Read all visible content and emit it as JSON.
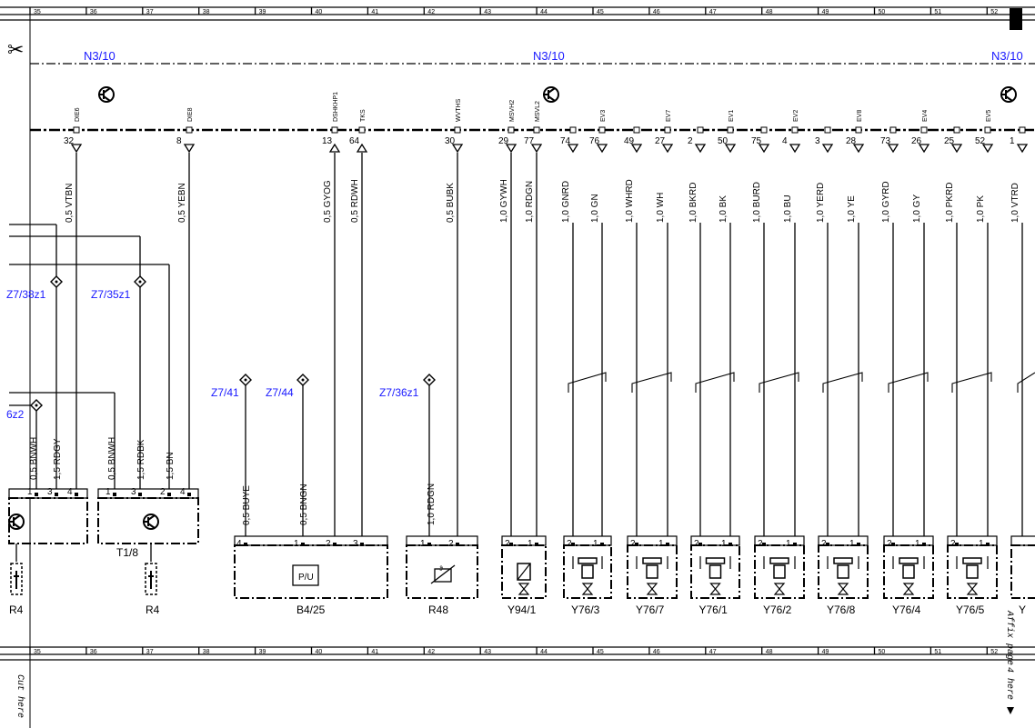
{
  "ruler": {
    "numbers": [
      "35",
      "36",
      "37",
      "38",
      "39",
      "40",
      "41",
      "42",
      "43",
      "44",
      "45",
      "46",
      "47",
      "48",
      "49",
      "50",
      "51",
      "52"
    ]
  },
  "module_labels": [
    "N3/10",
    "N3/10",
    "N3/10"
  ],
  "top_pins": [
    {
      "sig": "DIE6",
      "pin": "32",
      "dir": "down"
    },
    {
      "sig": "DIE8",
      "pin": "8",
      "dir": "down"
    },
    {
      "sig": "DSHKHP1",
      "pin": "13",
      "dir": "up"
    },
    {
      "sig": "TKS",
      "pin": "64",
      "dir": "up"
    },
    {
      "sig": "WVTHS",
      "pin": "30",
      "dir": "down"
    },
    {
      "sig": "MSVH2",
      "pin": "29",
      "dir": "down"
    },
    {
      "sig": "MSVL2",
      "pin": "77",
      "dir": "down"
    },
    {
      "sig": "",
      "pin": "74",
      "dir": "down"
    },
    {
      "sig": "EV3",
      "pin": "76",
      "dir": "down"
    },
    {
      "sig": "",
      "pin": "49",
      "dir": "down"
    },
    {
      "sig": "EV7",
      "pin": "27",
      "dir": "down"
    },
    {
      "sig": "",
      "pin": "2",
      "dir": "down"
    },
    {
      "sig": "EV1",
      "pin": "50",
      "dir": "down"
    },
    {
      "sig": "",
      "pin": "75",
      "dir": "down"
    },
    {
      "sig": "EV2",
      "pin": "4",
      "dir": "down"
    },
    {
      "sig": "",
      "pin": "3",
      "dir": "down"
    },
    {
      "sig": "EV8",
      "pin": "28",
      "dir": "down"
    },
    {
      "sig": "",
      "pin": "73",
      "dir": "down"
    },
    {
      "sig": "EV4",
      "pin": "26",
      "dir": "down"
    },
    {
      "sig": "",
      "pin": "25",
      "dir": "down"
    },
    {
      "sig": "EV5",
      "pin": "52",
      "dir": "down"
    },
    {
      "sig": "",
      "pin": "1",
      "dir": "down"
    }
  ],
  "wires": [
    "0,5 VTBN",
    "0,5 YEBN",
    "0,5 GYOG",
    "0,5 RDWH",
    "0,5 BUBK",
    "1,0 GYWH",
    "1,0 RDGN",
    "1,0 GNRD",
    "1,0 GN",
    "1,0 WHRD",
    "1,0 WH",
    "1,0 BKRD",
    "1,0 BK",
    "1,0 BURD",
    "1,0 BU",
    "1,0 YERD",
    "1,0 YE",
    "1,0 GYRD",
    "1,0 GY",
    "1,0 PKRD",
    "1,0 PK",
    "1,0 VTRD"
  ],
  "lower_wires": [
    "0,5 BNWH",
    "1,5 RDGY",
    "0,5 BNWH",
    "1,5 RDBK",
    "1,5 BN",
    "0,5 BUYE",
    "0,5 BNGN",
    "1,0 RDGN"
  ],
  "splices": [
    "Z7/38z1",
    "Z7/35z1",
    "Z7/41",
    "Z7/44",
    "Z7/36z1",
    "6z2"
  ],
  "components": [
    "R4",
    "T1/8",
    "R4",
    "B4/25",
    "R48",
    "Y94/1",
    "Y76/3",
    "Y76/7",
    "Y76/1",
    "Y76/2",
    "Y76/8",
    "Y76/4",
    "Y76/5",
    "Y"
  ],
  "connector_pins": {
    "r4a": [
      "1",
      "3",
      "4"
    ],
    "t18": [
      "1",
      "3",
      "2",
      "4"
    ],
    "b425": [
      "4",
      "1",
      "2",
      "3"
    ],
    "r48": [
      "1",
      "2"
    ],
    "valve": [
      "2",
      "1"
    ]
  },
  "misc": {
    "cut_here": "Cut here",
    "affix": "Affix page",
    "here": "4 here",
    "pu": "P/U",
    "theta": "ϑ"
  }
}
